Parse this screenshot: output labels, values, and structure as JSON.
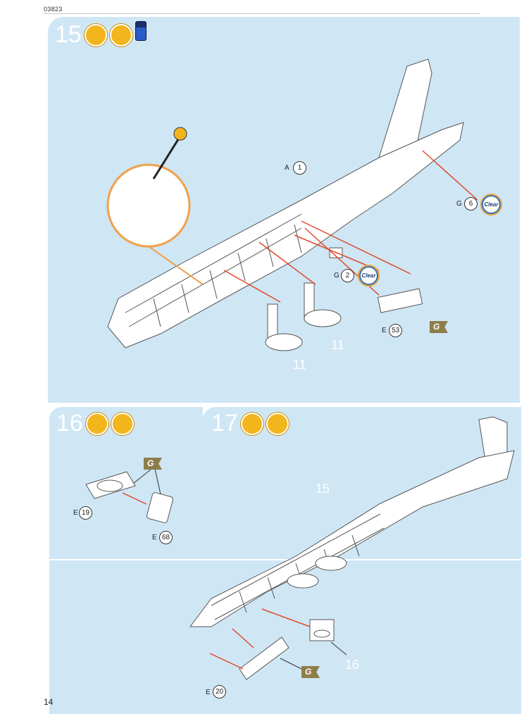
{
  "header": {
    "code": "03823"
  },
  "page": {
    "number": "14"
  },
  "steps": {
    "s15": {
      "number": "15",
      "icons": [
        "brush-glue-icon",
        "paint-brush-icon",
        "paint-jar-icon"
      ],
      "parts": [
        {
          "letter": "A",
          "num": "1"
        },
        {
          "letter": "G",
          "num": "6"
        },
        {
          "letter": "G",
          "num": "2"
        },
        {
          "letter": "E",
          "num": "53"
        }
      ],
      "clear_label": "Clear",
      "flag_label": "G",
      "refs": [
        "11",
        "11"
      ]
    },
    "s16": {
      "number": "16",
      "parts": [
        {
          "letter": "E",
          "num": "19"
        },
        {
          "letter": "E",
          "num": "68"
        }
      ],
      "flag_label": "G"
    },
    "s17": {
      "number": "17",
      "parts": [
        {
          "letter": "E",
          "num": "20"
        }
      ],
      "refs": [
        "15",
        "16"
      ],
      "flag_label": "G"
    }
  },
  "colors": {
    "panel": "#cfe6f5",
    "arrow": "#e04a2a",
    "flag": "#8d7e4a",
    "icon": "#f3b51c"
  }
}
